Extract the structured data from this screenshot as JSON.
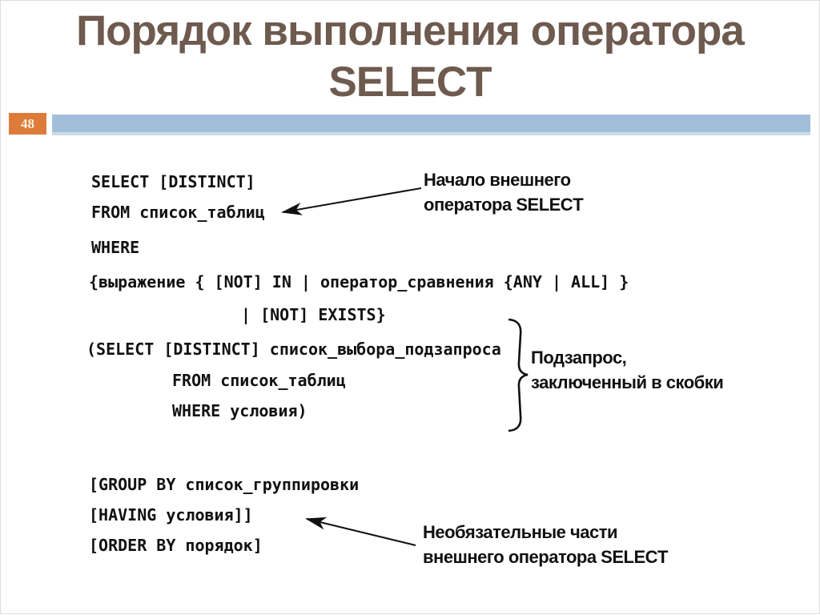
{
  "slide": {
    "title_line1": "Порядок выполнения оператора",
    "title_line2": "SELECT",
    "page_number": "48",
    "colors": {
      "title_text": "#6e5a4e",
      "page_badge_bg": "#dd7c3a",
      "page_badge_text": "#f8f1e0",
      "header_bar": "#a2bfda",
      "header_bar_light": "#ccdbea",
      "code_text": "#111111"
    }
  },
  "code": {
    "lines": [
      "SELECT [DISTINCT]",
      "FROM список_таблиц",
      "WHERE",
      "{выражение { [NOT] IN | оператор_сравнения {ANY | ALL] }",
      "| [NOT] EXISTS}",
      "(SELECT [DISTINCT] список_выбора_подзапроса",
      "FROM список_таблиц",
      "WHERE условия)",
      "[GROUP BY список_группировки",
      "[HAVING условия]]",
      "[ORDER BY порядок]"
    ]
  },
  "annotations": {
    "outer_start": {
      "line1": "Начало внешнего",
      "line2": "оператора SELECT"
    },
    "subquery": {
      "line1": "Подзапрос,",
      "line2": "заключенный в скобки"
    },
    "optional": {
      "line1": "Необязательные части",
      "line2": "внешнего оператора SELECT"
    }
  }
}
